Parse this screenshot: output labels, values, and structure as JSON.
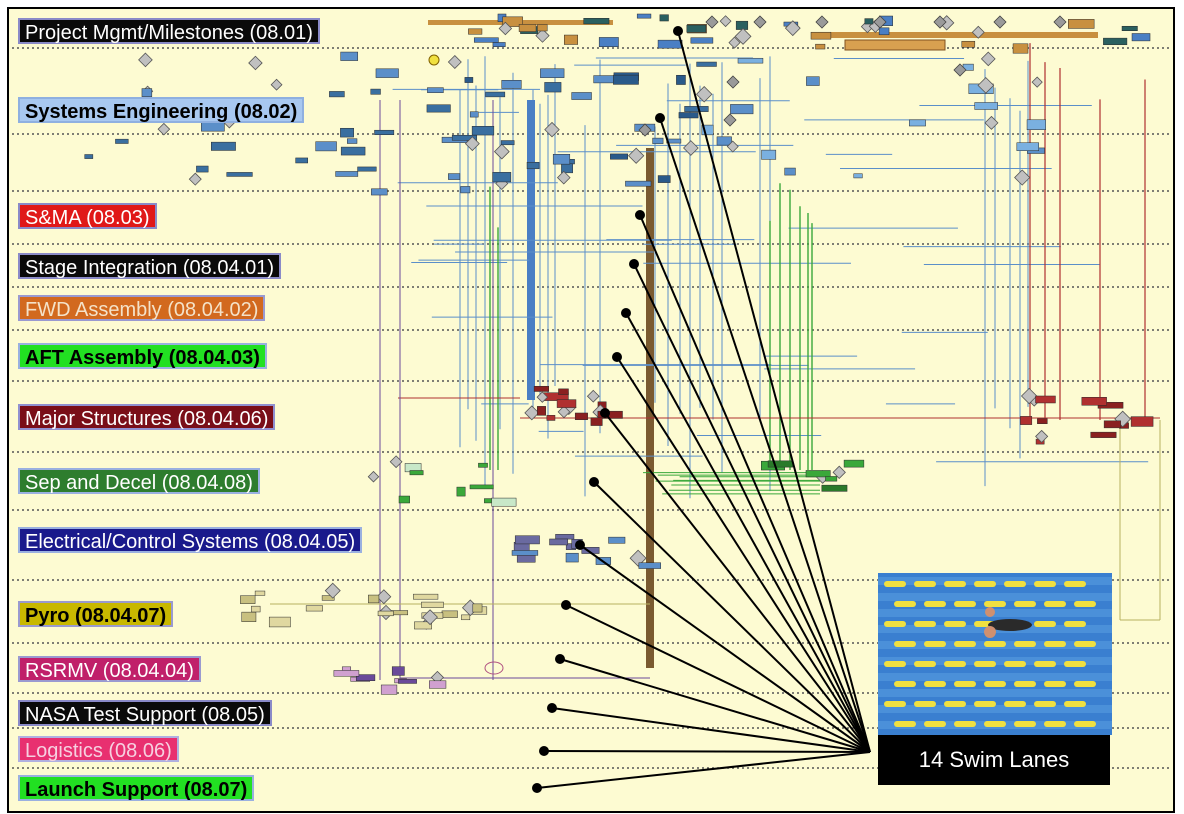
{
  "lanes": [
    {
      "label": "Project Mgmt/Milestones (08.01)",
      "style": "black"
    },
    {
      "label": "Systems Engineering (08.02)",
      "style": "blue"
    },
    {
      "label": "S&MA (08.03)",
      "style": "red"
    },
    {
      "label": "Stage Integration (08.04.01)",
      "style": "black"
    },
    {
      "label": "FWD Assembly (08.04.02)",
      "style": "orange"
    },
    {
      "label": "AFT Assembly (08.04.03)",
      "style": "green"
    },
    {
      "label": "Major Structures (08.04.06)",
      "style": "maroon"
    },
    {
      "label": "Sep and Decel (08.04.08)",
      "style": "darkgreen"
    },
    {
      "label": "Electrical/Control Systems (08.04.05)",
      "style": "navy"
    },
    {
      "label": "Pyro (08.04.07)",
      "style": "olive"
    },
    {
      "label": "RSRMV (08.04.04)",
      "style": "magenta"
    },
    {
      "label": "NASA Test Support (08.05)",
      "style": "black"
    },
    {
      "label": "Logistics (08.06)",
      "style": "pink"
    },
    {
      "label": "Launch Support (08.07)",
      "style": "green"
    }
  ],
  "callout": {
    "text": "14 Swim Lanes"
  },
  "colors": {
    "background": "#fdfbd2",
    "lane_divider": "#555555",
    "connector": "#000000",
    "flow_blue": "#5b8fc9",
    "flow_green": "#3aa83a",
    "flow_red": "#b03030",
    "flow_brown": "#7a5a30",
    "flow_purple": "#6a4a9a",
    "flow_olive": "#b8b060",
    "pool_water": "#3a7fd0",
    "lane_rope": "#f0e040"
  },
  "icons": {
    "swimmer_photo": "swimming-pool-photo"
  }
}
